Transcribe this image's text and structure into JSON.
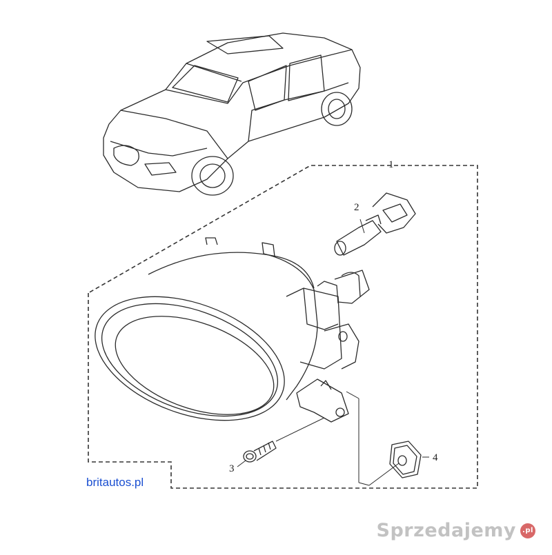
{
  "colors": {
    "line": "#2a2a2a",
    "dash": "#333333",
    "link": "#1a4fd1",
    "watermark": "#888888"
  },
  "callouts": {
    "assembly": "1",
    "bulb": "2",
    "screw": "3",
    "clip": "4"
  },
  "source_link": "britautos.pl",
  "watermark": {
    "brand": "Sprzedajemy",
    "badge": ".pl"
  },
  "icons": {
    "car": "car-illustration-icon",
    "lamp": "fog-lamp-icon",
    "bulb": "bulb-icon",
    "screw": "screw-icon",
    "clip": "clip-nut-icon"
  }
}
